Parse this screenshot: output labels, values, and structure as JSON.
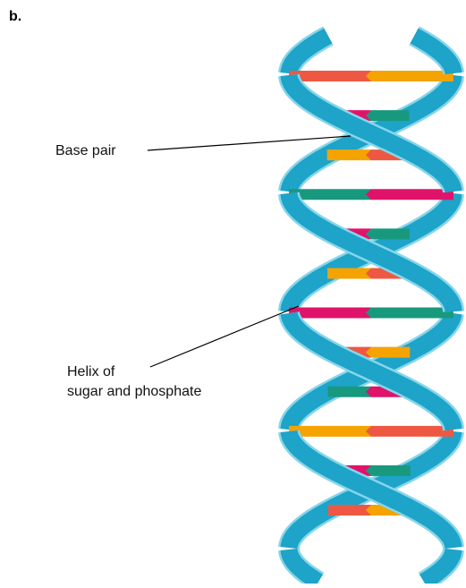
{
  "figure": {
    "panel_letter": "b.",
    "labels": {
      "base_pair": "Base pair",
      "helix_line1": "Helix of",
      "helix_line2": "sugar and phosphate"
    }
  },
  "colors": {
    "strand": "#1ea3c9",
    "strand_light": "#86d6ea",
    "orange": "#f5a300",
    "red": "#ee5843",
    "magenta": "#e0136b",
    "green": "#18997e",
    "leader_line": "#000000"
  },
  "base_pairs": [
    {
      "left": "red",
      "right": "orange"
    },
    {
      "left": "magenta",
      "right": "green"
    },
    {
      "left": "orange",
      "right": "red"
    },
    {
      "left": "green",
      "right": "magenta"
    },
    {
      "left": "magenta",
      "right": "green"
    },
    {
      "left": "orange",
      "right": "red"
    },
    {
      "left": "magenta",
      "right": "green"
    },
    {
      "left": "red",
      "right": "orange"
    },
    {
      "left": "green",
      "right": "magenta"
    },
    {
      "left": "orange",
      "right": "red"
    },
    {
      "left": "magenta",
      "right": "green"
    },
    {
      "left": "red",
      "right": "orange"
    }
  ]
}
